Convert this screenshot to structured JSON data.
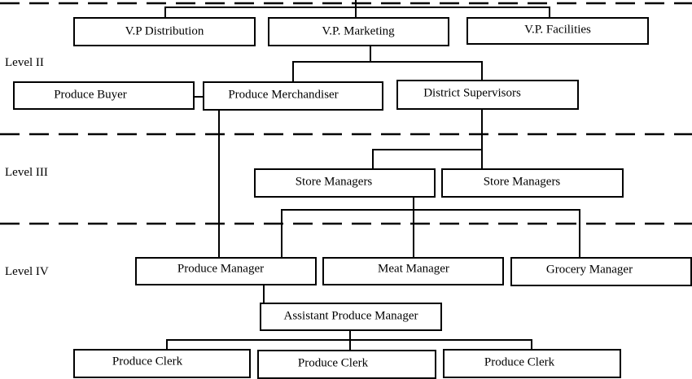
{
  "levels": [
    {
      "id": "level-2",
      "label": "Level II"
    },
    {
      "id": "level-3",
      "label": "Level III"
    },
    {
      "id": "level-4",
      "label": "Level IV"
    }
  ],
  "nodes": [
    {
      "id": "vp-distribution",
      "label": "V.P Distribution"
    },
    {
      "id": "vp-marketing",
      "label": "V.P. Marketing"
    },
    {
      "id": "vp-facilities",
      "label": "V.P. Facilities"
    },
    {
      "id": "produce-buyer",
      "label": "Produce Buyer"
    },
    {
      "id": "produce-merchandiser",
      "label": "Produce Merchandiser"
    },
    {
      "id": "district-supervisors",
      "label": "District Supervisors"
    },
    {
      "id": "store-managers-1",
      "label": "Store Managers"
    },
    {
      "id": "store-managers-2",
      "label": "Store Managers"
    },
    {
      "id": "produce-manager",
      "label": "Produce Manager"
    },
    {
      "id": "meat-manager",
      "label": "Meat Manager"
    },
    {
      "id": "grocery-manager",
      "label": "Grocery Manager"
    },
    {
      "id": "assistant-produce-manager",
      "label": "Assistant Produce Manager"
    },
    {
      "id": "produce-clerk-1",
      "label": "Produce Clerk"
    },
    {
      "id": "produce-clerk-2",
      "label": "Produce Clerk"
    },
    {
      "id": "produce-clerk-3",
      "label": "Produce Clerk"
    }
  ]
}
